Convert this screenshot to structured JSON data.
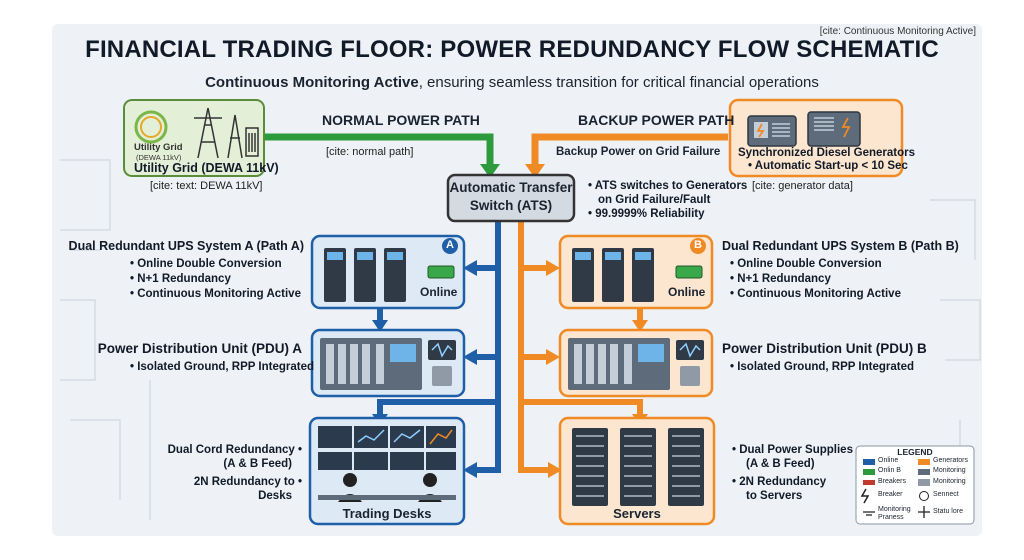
{
  "title": "FINANCIAL TRADING FLOOR: POWER REDUNDANCY FLOW SCHEMATIC",
  "cite_top": "[cite: Continuous Monitoring Active]",
  "subtitle_bold": "Continuous Monitoring Active",
  "subtitle_rest": ", ensuring seamless transition for critical financial operations",
  "utility": {
    "logo_text": "Utility Grid",
    "logo_sub": "(DEWA 11kV)",
    "label": "Utility Grid (DEWA 11kV)",
    "cite": "[cite: text: DEWA 11kV]"
  },
  "normal_path": {
    "label": "NORMAL POWER PATH",
    "cite": "[cite: normal path]"
  },
  "backup_path": {
    "label": "BACKUP POWER PATH",
    "note": "Backup Power on Grid Failure"
  },
  "generators": {
    "label": "Synchronized Diesel Generators",
    "bullet": "• Automatic Start-up < 10 Sec",
    "cite": "[cite: generator data]"
  },
  "ats": {
    "label_line1": "Automatic Transfer",
    "label_line2": "Switch (ATS)",
    "bullets": [
      "• ATS switches to Generators",
      "on Grid Failure/Fault",
      "• 99.9999% Reliability"
    ]
  },
  "ups_a": {
    "badge": "A",
    "status": "Online",
    "title": "Dual Redundant UPS System A (Path A)",
    "bullets": [
      "• Online Double Conversion",
      "• N+1 Redundancy",
      "• Continuous Monitoring Active"
    ]
  },
  "ups_b": {
    "badge": "B",
    "status": "Online",
    "title": "Dual Redundant UPS System B (Path B)",
    "bullets": [
      "• Online Double Conversion",
      "• N+1 Redundancy",
      "• Continuous Monitoring Active"
    ]
  },
  "pdu_a": {
    "title": "Power Distribution Unit (PDU) A",
    "bullet": "• Isolated Ground, RPP Integrated"
  },
  "pdu_b": {
    "title": "Power Distribution Unit (PDU) B",
    "bullet": "• Isolated Ground, RPP Integrated"
  },
  "desks": {
    "label": "Trading Desks",
    "notes": [
      "Dual Cord Redundancy •",
      "(A & B Feed)",
      "2N Redundancy to •",
      "Desks"
    ]
  },
  "servers": {
    "label": "Servers",
    "notes": [
      "• Dual Power Supplies",
      "(A & B Feed)",
      "• 2N Redundancy",
      "to Servers"
    ]
  },
  "legend": {
    "title": "LEGEND",
    "items": [
      "Online",
      "Generators",
      "Onlin B",
      "Monitoring",
      "Breakers",
      "Monitoring",
      "Breaker",
      "Sennect",
      "Monitoring Praness",
      "Statu lore"
    ]
  },
  "colors": {
    "blue": "#1f5fa8",
    "orange": "#f08a24",
    "green": "#2e9a3e",
    "panel_blue": "#dde9f5",
    "panel_orange": "#fde6cf"
  }
}
